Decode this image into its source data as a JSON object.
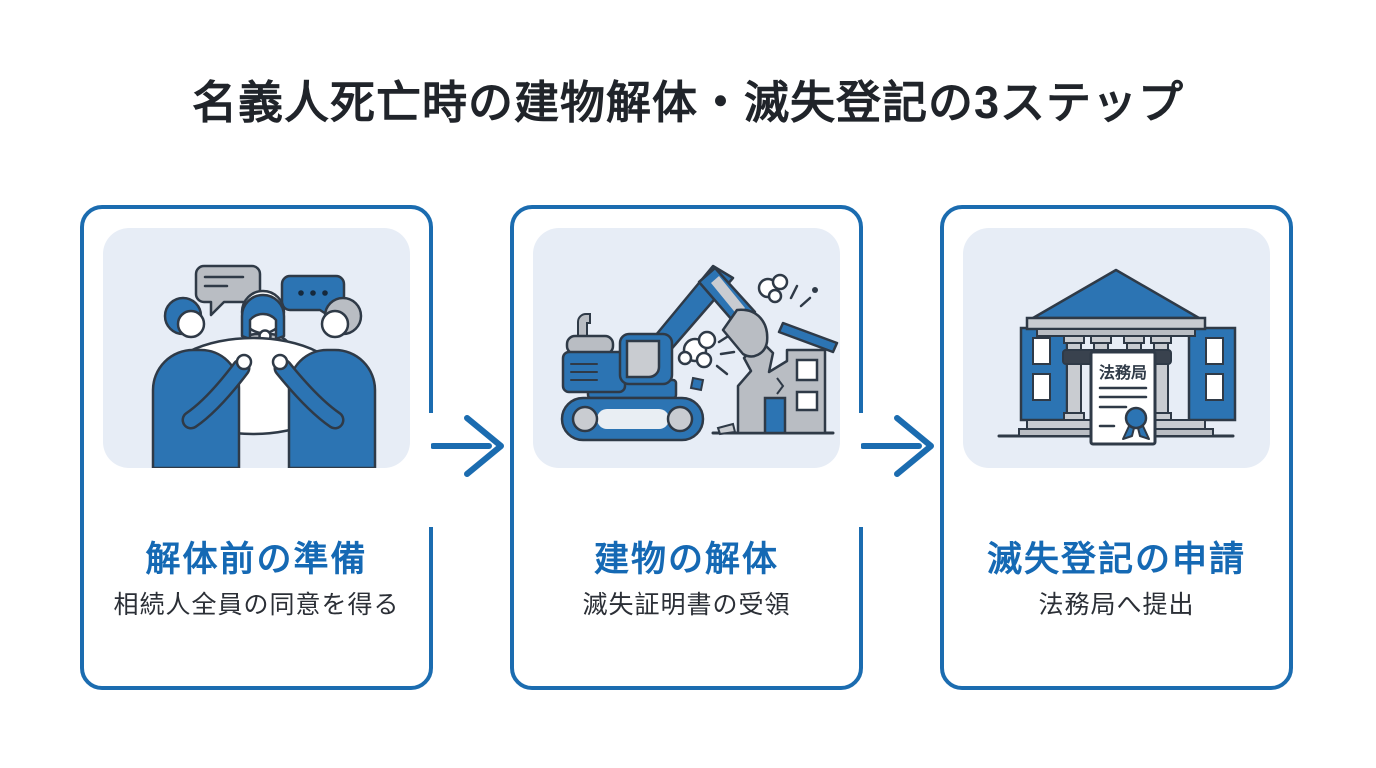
{
  "title": "名義人死亡時の建物解体・滅失登記の3ステップ",
  "colors": {
    "accent_blue": "#1b6cb0",
    "heading_blue": "#1569b4",
    "title_black": "#20242a",
    "body_text": "#2b2f36",
    "panel_bg": "#e7edf6",
    "figure_blue": "#2c74b3",
    "figure_gray": "#b9bdc3",
    "outline_dark": "#2f3a47"
  },
  "cards": [
    {
      "heading": "解体前の準備",
      "description": "相続人全員の同意を得る",
      "icon": "meeting-discussion-illustration"
    },
    {
      "heading": "建物の解体",
      "description": "滅失証明書の受領",
      "icon": "excavator-demolition-illustration"
    },
    {
      "heading": "滅失登記の申請",
      "description": "法務局へ提出",
      "icon": "government-building-illustration",
      "document_label": "法務局"
    }
  ],
  "arrows": {
    "icon": "right-arrow-icon",
    "count": 2
  }
}
